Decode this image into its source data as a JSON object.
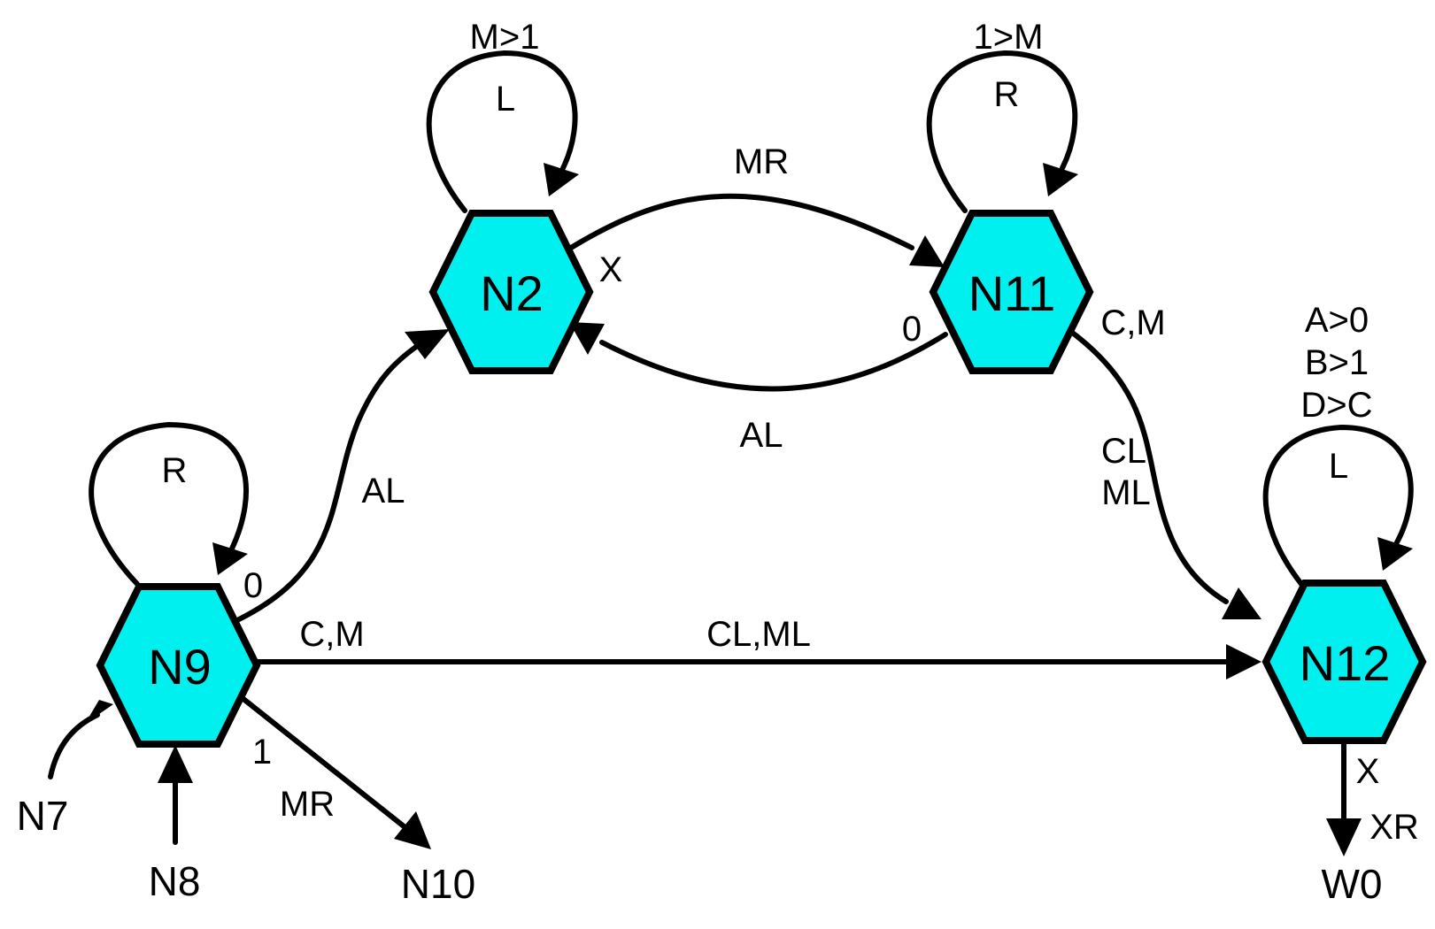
{
  "diagram": {
    "type": "state-machine",
    "node_fill": "#00f0f0",
    "nodes": [
      {
        "id": "N9",
        "label": "N9"
      },
      {
        "id": "N2",
        "label": "N2"
      },
      {
        "id": "N11",
        "label": "N11"
      },
      {
        "id": "N12",
        "label": "N12"
      }
    ],
    "external": [
      {
        "id": "N7",
        "label": "N7"
      },
      {
        "id": "N8",
        "label": "N8"
      },
      {
        "id": "N10",
        "label": "N10"
      },
      {
        "id": "W0",
        "label": "W0"
      }
    ],
    "edges": [
      {
        "id": "n9-self",
        "from": "N9",
        "to": "N9",
        "label": "R"
      },
      {
        "id": "n2-self",
        "from": "N2",
        "to": "N2",
        "condition": "M>1",
        "label": "L"
      },
      {
        "id": "n11-self",
        "from": "N11",
        "to": "N11",
        "condition": "1>M",
        "label": "R"
      },
      {
        "id": "n12-self",
        "from": "N12",
        "to": "N12",
        "conditions": [
          "A>0",
          "B>1",
          "D>C"
        ],
        "label": "L"
      },
      {
        "id": "n2-n11",
        "from": "N2",
        "to": "N11",
        "condition": "X",
        "label": "MR"
      },
      {
        "id": "n11-n2",
        "from": "N11",
        "to": "N2",
        "condition": "0",
        "label": "AL"
      },
      {
        "id": "n9-n2",
        "from": "N9",
        "to": "N2",
        "condition": "0",
        "label": "AL"
      },
      {
        "id": "n11-n12",
        "from": "N11",
        "to": "N12",
        "condition": "C,M",
        "label_lines": [
          "CL,",
          "ML"
        ]
      },
      {
        "id": "n9-n12",
        "from": "N9",
        "to": "N12",
        "condition": "C,M",
        "label": "CL,ML"
      },
      {
        "id": "n9-n10",
        "from": "N9",
        "to": "N10",
        "condition": "1",
        "label": "MR"
      },
      {
        "id": "n12-w0",
        "from": "N12",
        "to": "W0",
        "condition": "X",
        "label": "XR"
      },
      {
        "id": "n7-n9",
        "from": "N7",
        "to": "N9"
      },
      {
        "id": "n8-n9",
        "from": "N8",
        "to": "N9"
      }
    ]
  }
}
